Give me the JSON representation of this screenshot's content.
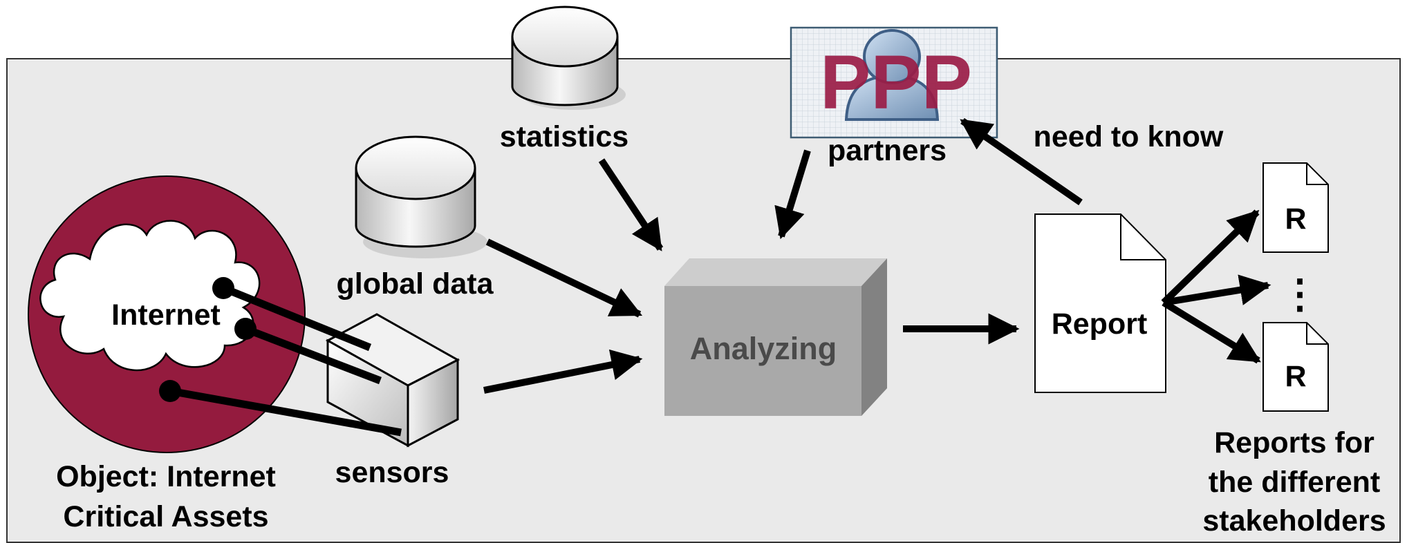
{
  "labels": {
    "statistics": "statistics",
    "global_data": "global data",
    "partners": "partners",
    "ppp": "PPP",
    "need_to_know": "need to know",
    "internet": "Internet",
    "object_line1": "Object: Internet",
    "object_line2": "Critical Assets",
    "sensors": "sensors",
    "analyzing": "Analyzing",
    "report": "Report",
    "report_small_1": "R",
    "report_small_2": "R",
    "ellipsis": "⋮",
    "reports_line1": "Reports for",
    "reports_line2": "the different",
    "reports_line3": "stakeholders"
  },
  "colors": {
    "panel_fill": "#eaeaea",
    "asset_circle": "#941b3e",
    "ppp_text": "#9a1c45",
    "analyzing_front": "#a9a9a9",
    "analyzing_top": "#cdcdcd",
    "analyzing_side": "#828282",
    "analyzing_text": "#4a4a4a"
  },
  "icons": [
    "database-icon",
    "person-icon",
    "cloud-icon",
    "sensor-box-icon",
    "document-icon"
  ]
}
